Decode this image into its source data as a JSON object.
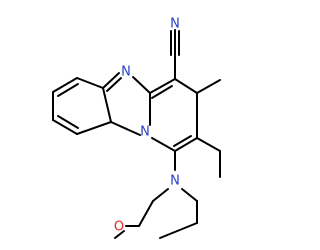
{
  "molecule": {
    "atoms": {
      "N_nitrile": {
        "label": "N",
        "color": "#2b3ec6"
      },
      "N_imine": {
        "label": "N",
        "color": "#2b3ec6"
      },
      "N_bridge": {
        "label": "N",
        "color": "#2b3ec6"
      },
      "N_morpholine": {
        "label": "N",
        "color": "#2b3ec6"
      },
      "O_morpholine": {
        "label": "O",
        "color": "#e0281e"
      }
    },
    "bond_color": "#000000"
  }
}
